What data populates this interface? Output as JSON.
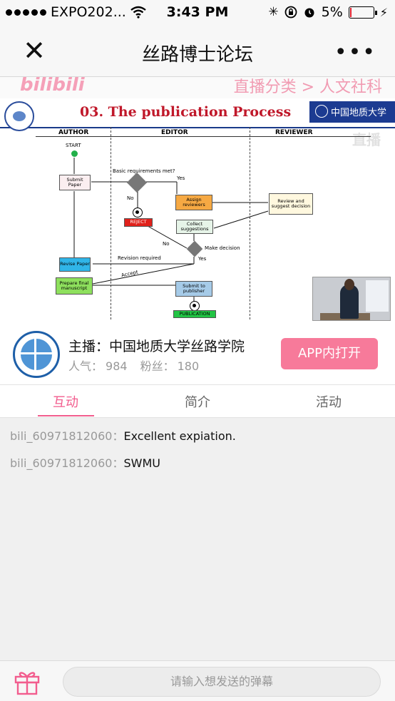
{
  "status_bar": {
    "carrier": "EXPO202...",
    "time": "3:43 PM",
    "battery": "5%",
    "battery_level": 0.05
  },
  "nav": {
    "close_icon": "close-icon",
    "title": "丝路博士论坛",
    "more_icon": "more-icon"
  },
  "video": {
    "top_right_text": "直播分类 > 人文社科",
    "bili_logo": "bilibili",
    "watermark": "直播",
    "slide": {
      "title": "03. The publication Process",
      "university": "中国地质大学",
      "lanes": [
        "AUTHOR",
        "EDITOR",
        "REVIEWER"
      ],
      "nodes": {
        "start": "START",
        "submit": "Submit Paper",
        "basic": "Basic requirements met?",
        "yes1": "Yes",
        "no1": "No",
        "assign": "Assign reviewers",
        "review": "Review and suggest decision",
        "reject": "REJECT",
        "collect": "Collect suggestions",
        "no2": "No",
        "make": "Make decision",
        "yes2": "Yes",
        "revision": "Revision required",
        "revise": "Revise Paper",
        "accept": "Accept",
        "prepare": "Prepare final manuscript",
        "submitpub": "Submit to publisher",
        "publication": "PUBLICATION"
      }
    }
  },
  "anchor": {
    "label": "主播：中国地质大学丝路学院",
    "popularity_label": "人气：",
    "popularity": "984",
    "fans_label": "粉丝：",
    "fans": "180",
    "app_button": "APP内打开"
  },
  "tabs": [
    {
      "label": "互动",
      "active": true
    },
    {
      "label": "简介",
      "active": false
    },
    {
      "label": "活动",
      "active": false
    }
  ],
  "messages": [
    {
      "user": "bili_60971812060：",
      "text": "Excellent expiation."
    },
    {
      "user": "bili_60971812060：",
      "text": "SWMU"
    }
  ],
  "bottom": {
    "gift_icon": "gift-icon",
    "danmaku_placeholder": "请输入想发送的弹幕"
  },
  "colors": {
    "accent_pink": "#f25d8e",
    "app_button_pink": "#f77a9a",
    "slide_title_red": "#c0182a",
    "university_blue": "#1c3b91"
  }
}
